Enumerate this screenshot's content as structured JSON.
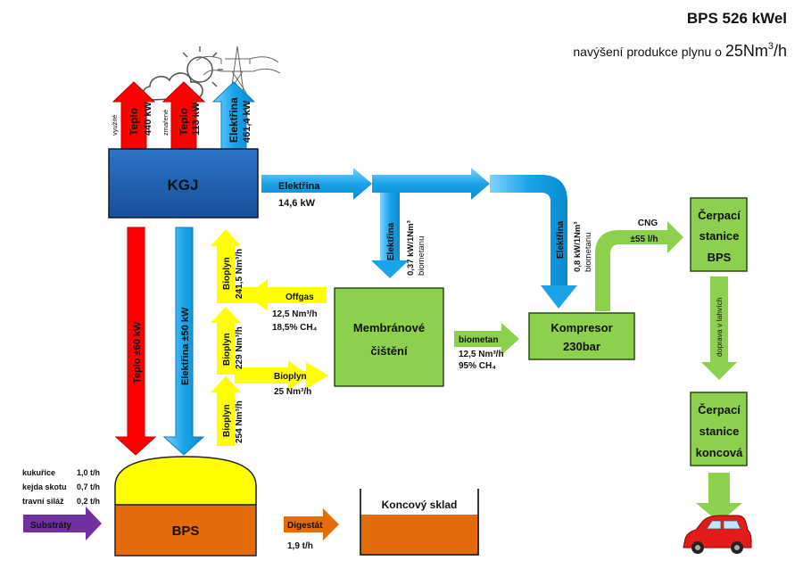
{
  "header": {
    "title": "BPS 526 kWel",
    "subtitle_prefix": "navýšení produkce plynu o ",
    "subtitle_value": "25Nm",
    "subtitle_sup": "3",
    "subtitle_suffix": "/h"
  },
  "kgj": {
    "label": "KGJ",
    "outputs": [
      {
        "qualifier": "využité",
        "name": "Teplo",
        "value": "440 kW",
        "color": "#ff0000"
      },
      {
        "qualifier": "zmařené",
        "name": "Teplo",
        "value": "113 kW",
        "color": "#ff0000"
      },
      {
        "qualifier": "",
        "name": "Elektřina",
        "value": "461,4 kW",
        "color": "#1aa3e8"
      }
    ]
  },
  "flows": {
    "electricity_main": {
      "name": "Elektřina",
      "value": "14,6 kW"
    },
    "electricity_membrane": {
      "name": "Elektřina",
      "value": "0,37 kW/1Nm³",
      "unit": "biometanu"
    },
    "electricity_compressor": {
      "name": "Elektřina",
      "value": "0,8 kW/1Nm³",
      "unit": "biometanu"
    },
    "heat_to_bps": {
      "label": "Teplo ±60 kW"
    },
    "electricity_to_bps": {
      "label": "Elektřina ±50 kW"
    },
    "biogas_to_kgj": {
      "name": "Bioplyn",
      "value": "241,5 Nm³/h"
    },
    "biogas_mid": {
      "name": "Bioplyn",
      "value": "229 Nm³/h"
    },
    "biogas_from_bps": {
      "name": "Bioplyn",
      "value": "254 Nm³/h"
    },
    "offgas": {
      "name": "Offgas",
      "value": "12,5 Nm³/h",
      "ch4": "18,5% CH₄"
    },
    "biogas_to_membrane": {
      "name": "Bioplyn",
      "value": "25 Nm³/h"
    },
    "biomethane": {
      "name": "biometan",
      "value": "12,5 Nm³/h",
      "ch4": "95% CH₄"
    },
    "cng": {
      "name": "CNG",
      "value": "±55 l/h"
    },
    "transport": {
      "label": "doprava v lahvích"
    },
    "digestate": {
      "name": "Digestát",
      "value": "1,9 t/h"
    },
    "substrates": {
      "label": "Substráty"
    }
  },
  "boxes": {
    "membrane": {
      "line1": "Membránové",
      "line2": "čištění"
    },
    "compressor": {
      "line1": "Kompresor",
      "line2": "230bar"
    },
    "station_bps": {
      "line1": "Čerpací",
      "line2": "stanice",
      "line3": "BPS"
    },
    "station_end": {
      "line1": "Čerpací",
      "line2": "stanice",
      "line3": "koncová"
    },
    "bps": {
      "label": "BPS"
    },
    "storage": {
      "label": "Koncový sklad"
    }
  },
  "substrates": [
    {
      "name": "kukuřice",
      "value": "1,0 t/h"
    },
    {
      "name": "kejda skotu",
      "value": "0,7 t/h"
    },
    {
      "name": "travní siláž",
      "value": "0,2 t/h"
    }
  ],
  "colors": {
    "electric": "#1aa3e8",
    "heat": "#ff0000",
    "biogas": "#ffff00",
    "green": "#8cd04e",
    "kgj": "#1f5fb4",
    "bps": "#e36c0a",
    "purple": "#7030a0"
  },
  "icons": [
    "cloud-sun-icon",
    "power-pylon-icon",
    "car-icon"
  ]
}
